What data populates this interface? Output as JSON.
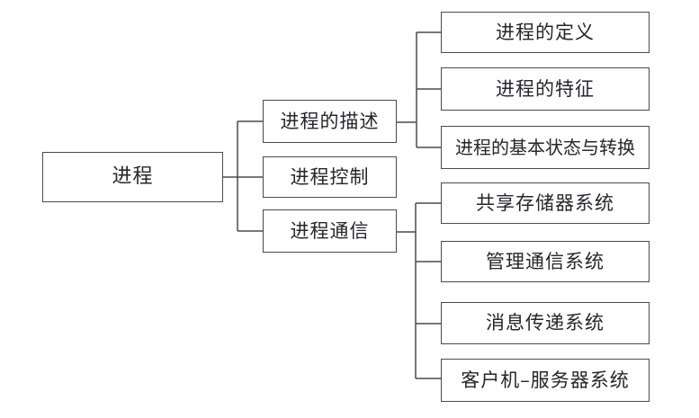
{
  "tree": {
    "root": {
      "label": "进程"
    },
    "branches": [
      {
        "label": "进程的描述",
        "children": [
          {
            "label": "进程的定义"
          },
          {
            "label": "进程的特征"
          },
          {
            "label": "进程的基本状态与转换"
          }
        ]
      },
      {
        "label": "进程控制",
        "children": []
      },
      {
        "label": "进程通信",
        "children": [
          {
            "label": "共享存储器系统"
          },
          {
            "label": "管理通信系统"
          },
          {
            "label": "消息传递系统"
          },
          {
            "label": "客户机–服务器系统"
          }
        ]
      }
    ]
  },
  "colors": {
    "line": "#4a4a50",
    "text": "#26262b",
    "background": "#ffffff",
    "box_border": "#4a4a50"
  }
}
